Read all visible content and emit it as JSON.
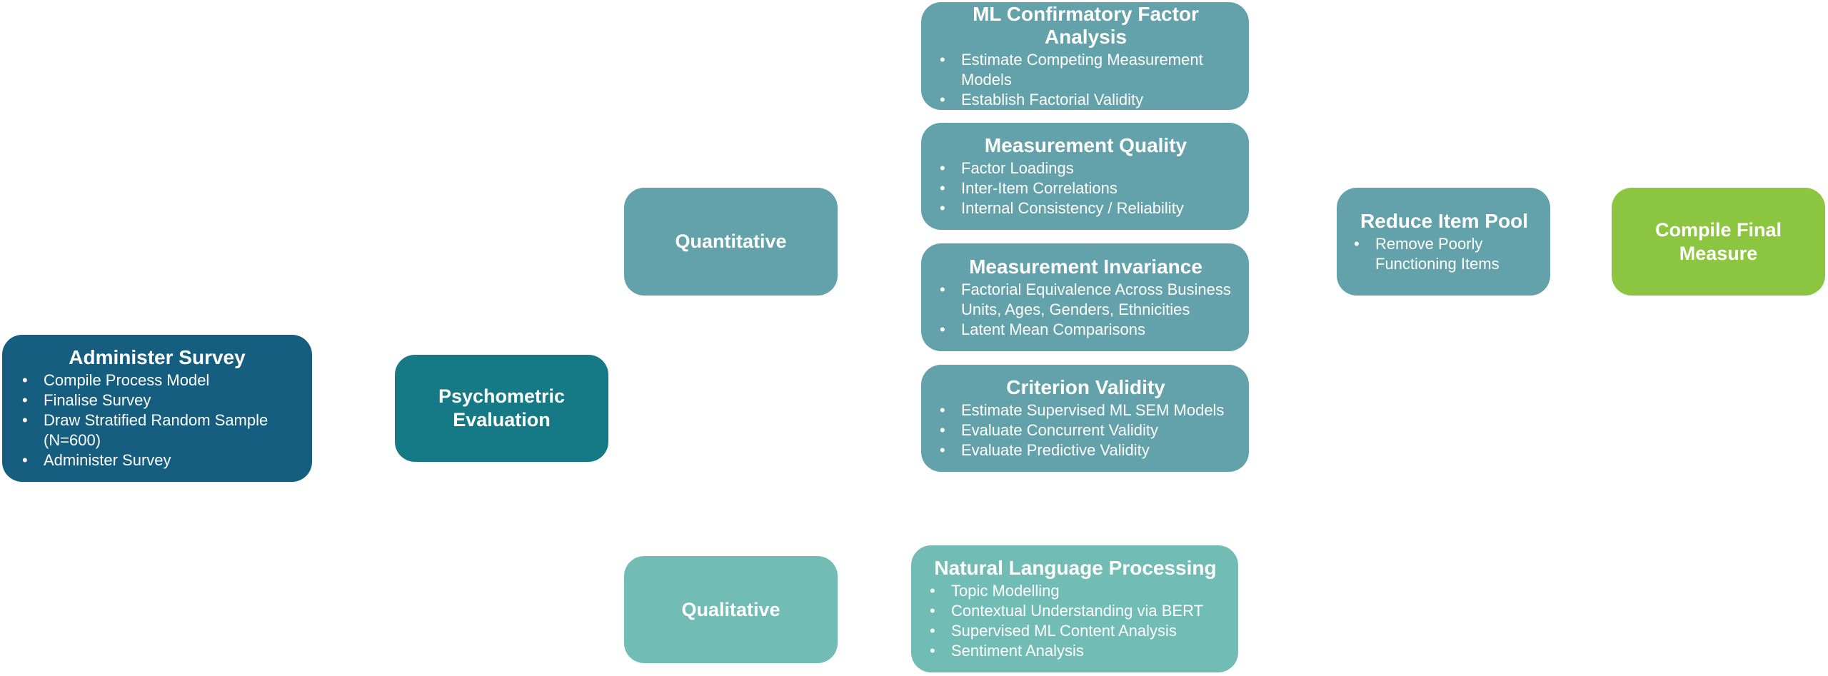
{
  "colors": {
    "administer": "#165e80",
    "psychometric": "#167a86",
    "quantitative": "#63a1ab",
    "qualitative": "#72bcb6",
    "final": "#8cc540"
  },
  "nodes": {
    "administer_survey": {
      "title": "Administer Survey",
      "items": [
        "Compile Process Model",
        "Finalise Survey",
        "Draw Stratified Random Sample (N=600)",
        "Administer Survey"
      ]
    },
    "psychometric_evaluation": {
      "title": "Psychometric Evaluation"
    },
    "quantitative": {
      "title": "Quantitative"
    },
    "qualitative": {
      "title": "Qualitative"
    },
    "ml_cfa": {
      "title": "ML Confirmatory Factor Analysis",
      "items": [
        "Estimate Competing Measurement Models",
        "Establish Factorial Validity"
      ]
    },
    "measurement_quality": {
      "title": "Measurement Quality",
      "items": [
        "Factor Loadings",
        "Inter-Item Correlations",
        "Internal Consistency / Reliability"
      ]
    },
    "measurement_invariance": {
      "title": "Measurement Invariance",
      "items": [
        "Factorial Equivalence Across Business Units, Ages, Genders, Ethnicities",
        "Latent Mean Comparisons"
      ]
    },
    "criterion_validity": {
      "title": "Criterion Validity",
      "items": [
        "Estimate Supervised ML SEM Models",
        "Evaluate Concurrent Validity",
        "Evaluate Predictive Validity"
      ]
    },
    "nlp": {
      "title": "Natural Language Processing",
      "items": [
        "Topic Modelling",
        "Contextual Understanding via BERT",
        "Supervised ML Content Analysis",
        "Sentiment Analysis"
      ]
    },
    "reduce_item_pool": {
      "title": "Reduce Item Pool",
      "items": [
        "Remove Poorly Functioning Items"
      ]
    },
    "compile_final_measure": {
      "title": "Compile Final Measure"
    }
  }
}
